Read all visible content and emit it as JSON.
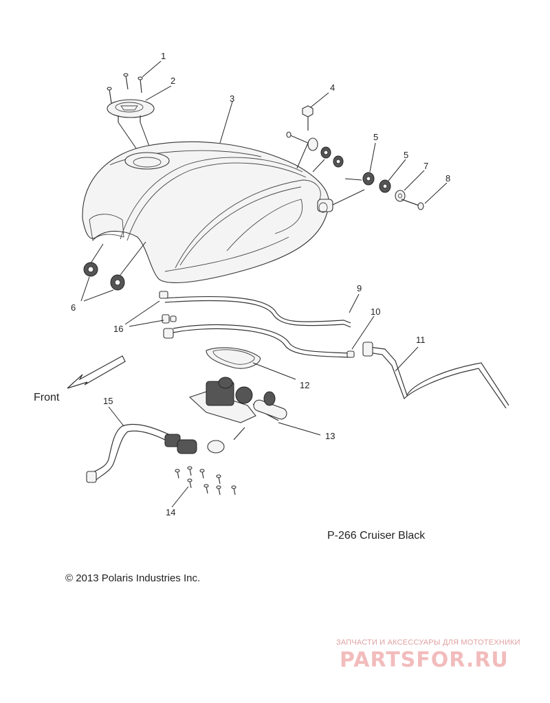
{
  "callouts": [
    "1",
    "2",
    "3",
    "4",
    "5",
    "5",
    "6",
    "7",
    "8",
    "9",
    "10",
    "11",
    "12",
    "13",
    "14",
    "15",
    "16"
  ],
  "front_label": "Front",
  "page_ref": "P-266  Cruiser Black",
  "copyright": "© 2013 Polaris Industries Inc.",
  "watermark": {
    "tagline": "ЗАПЧАСТИ И АКСЕССУАРЫ ДЛЯ МОТОТЕХНИКИ",
    "brand": "PARTSFOR.RU"
  }
}
